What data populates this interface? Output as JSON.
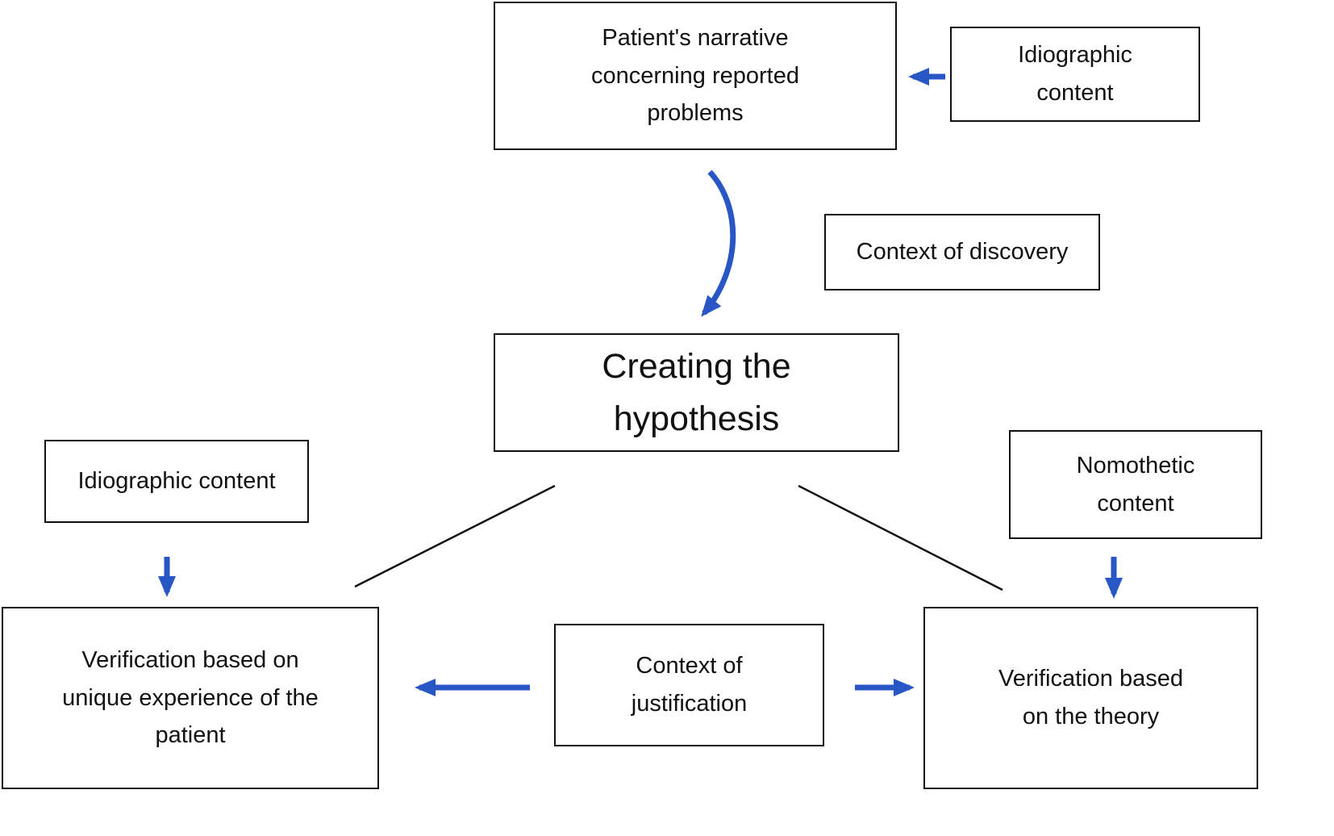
{
  "colors": {
    "arrow_blue": "#2856c4",
    "line_black": "#111111",
    "box_border": "#111111",
    "text": "#111111",
    "background": "#ffffff"
  },
  "nodes": {
    "patient_narrative": {
      "label": "Patient's narrative\nconcerning reported\nproblems"
    },
    "idiographic_top": {
      "label": "Idiographic\ncontent"
    },
    "context_discovery": {
      "label": "Context of discovery"
    },
    "creating_hypothesis": {
      "label": "Creating the\nhypothesis"
    },
    "idiographic_left": {
      "label": "Idiographic content"
    },
    "nomothetic_right": {
      "label": "Nomothetic\ncontent"
    },
    "verification_patient": {
      "label": "Verification based on\nunique experience of the\npatient"
    },
    "context_justification": {
      "label": "Context of\njustification"
    },
    "verification_theory": {
      "label": "Verification based\non the theory"
    }
  },
  "edges": [
    {
      "from": "idiographic_top",
      "to": "patient_narrative",
      "style": "blue-arrow"
    },
    {
      "from": "patient_narrative",
      "to": "creating_hypothesis",
      "style": "blue-curved-arrow"
    },
    {
      "from": "idiographic_left",
      "to": "verification_patient",
      "style": "blue-arrow"
    },
    {
      "from": "nomothetic_right",
      "to": "verification_theory",
      "style": "blue-arrow"
    },
    {
      "from": "creating_hypothesis",
      "to": "verification_patient",
      "style": "black-line"
    },
    {
      "from": "creating_hypothesis",
      "to": "verification_theory",
      "style": "black-line"
    },
    {
      "from": "context_justification",
      "to": "verification_patient",
      "style": "blue-arrow"
    },
    {
      "from": "context_justification",
      "to": "verification_theory",
      "style": "blue-arrow"
    }
  ]
}
